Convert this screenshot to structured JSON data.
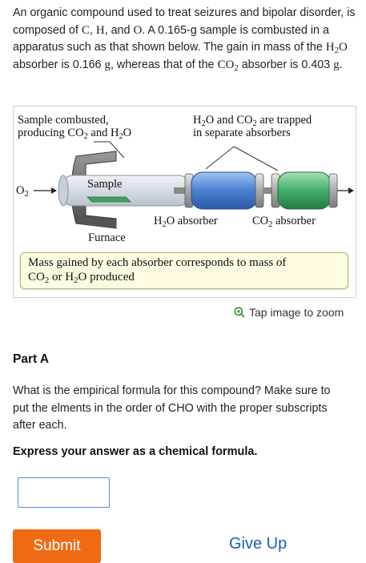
{
  "intro": {
    "t1": "An organic compound used to treat seizures and bipolar disorder, is composed of ",
    "el_c": "C",
    "t2": ", ",
    "el_h": "H",
    "t3": ", and ",
    "el_o": "O",
    "t4": ". A 0.165-g sample is combusted in a apparatus such as that shown below. The gain in mass of the ",
    "h2o_h": "H",
    "h2o_sub": "2",
    "h2o_o": "O",
    "t5": " absorber is 0.166 ",
    "unit_g1": "g",
    "t6": ", whereas that of the ",
    "co2_co": "CO",
    "co2_sub": "2",
    "t7": " absorber is 0.403 ",
    "unit_g2": "g",
    "t8": "."
  },
  "figure": {
    "label_combusted_1": "Sample combusted,",
    "label_combusted_2a": "producing CO",
    "label_combusted_2b": "2",
    "label_combusted_2c": " and H",
    "label_combusted_2d": "2",
    "label_combusted_2e": "O",
    "label_trapped_1a": "H",
    "label_trapped_1b": "2",
    "label_trapped_1c": "O and CO",
    "label_trapped_1d": "2",
    "label_trapped_1e": " are trapped",
    "label_trapped_2": "in separate absorbers",
    "o2_a": "O",
    "o2_b": "2",
    "sample": "Sample",
    "furnace": "Furnace",
    "h2o_abs_a": "H",
    "h2o_abs_b": "2",
    "h2o_abs_c": "O absorber",
    "co2_abs_a": "CO",
    "co2_abs_b": "2",
    "co2_abs_c": " absorber",
    "caption_1": "Mass gained by each absorber corresponds to mass of",
    "caption_2a": "CO",
    "caption_2b": "2",
    "caption_2c": " or H",
    "caption_2d": "2",
    "caption_2e": "O produced"
  },
  "zoom": {
    "label": "Tap image to zoom",
    "icon": "zoom-in-icon"
  },
  "part": {
    "title": "Part A",
    "question": "What is the empirical formula for this compound? Make sure to put the elments in the order of CHO with the proper subscripts after each.",
    "instruction": "Express your answer as a chemical formula."
  },
  "answer": {
    "value": "",
    "placeholder": ""
  },
  "buttons": {
    "submit": "Submit",
    "give_up": "Give Up"
  },
  "colors": {
    "submit_bg": "#f06a13",
    "link": "#1a5fb4",
    "caption_bg": "#fffbe0",
    "h2o_absorber": "#4a7fd0",
    "co2_absorber": "#3fae67"
  }
}
